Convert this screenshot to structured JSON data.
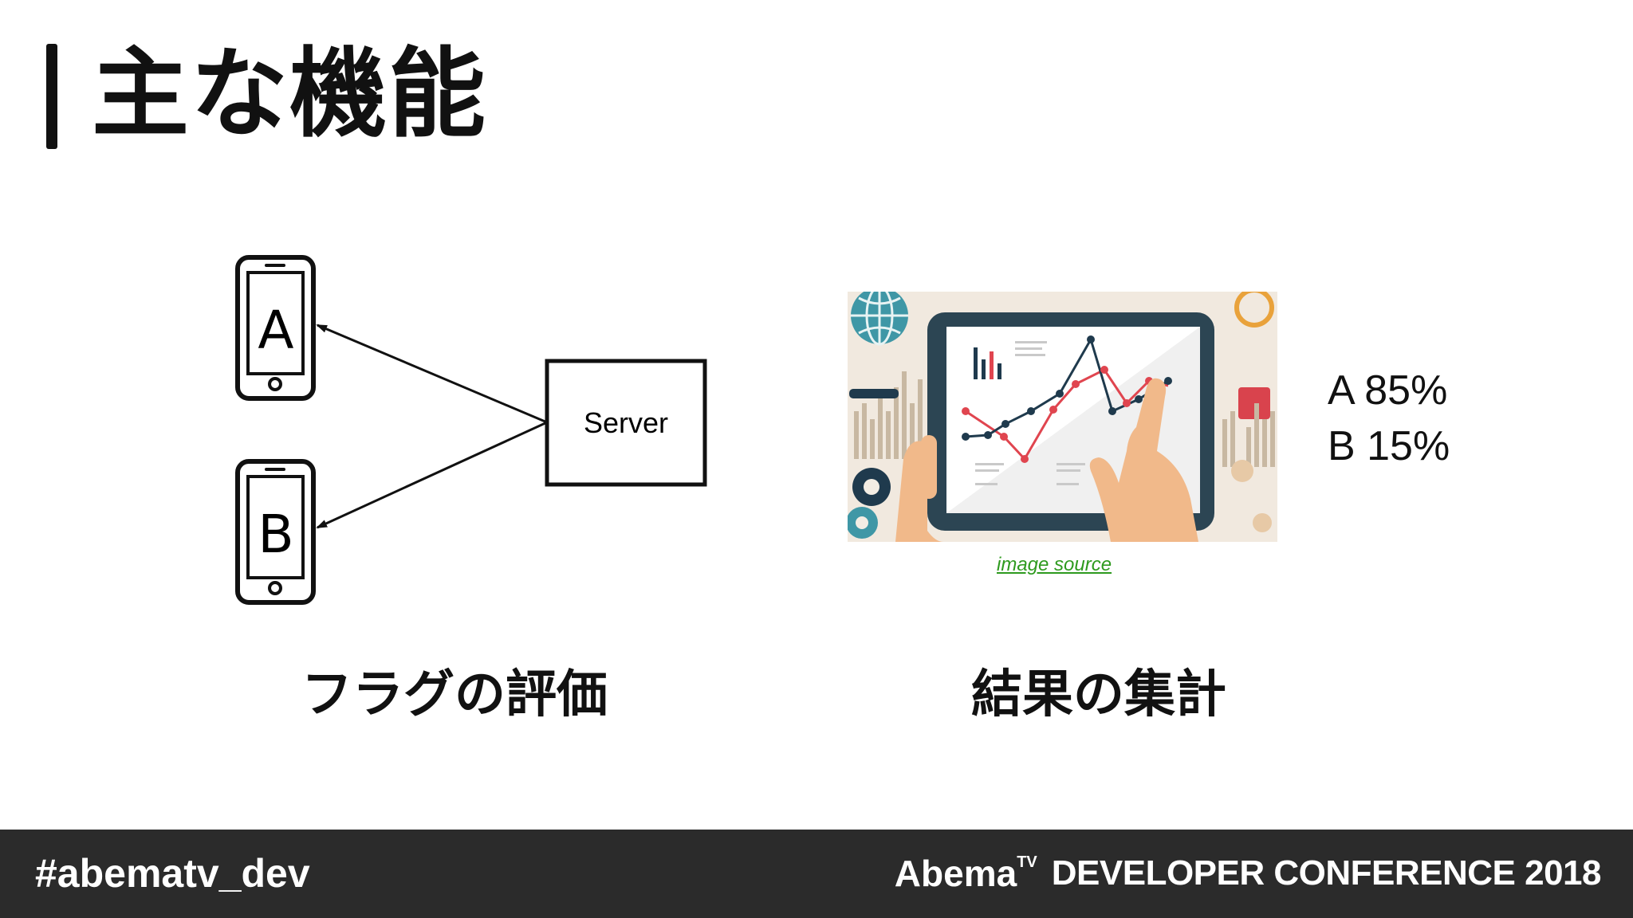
{
  "slide": {
    "title": "主な機能"
  },
  "diagram": {
    "phone_a": "A",
    "phone_b": "B",
    "server": "Server",
    "caption": "フラグの評価"
  },
  "aggregation": {
    "image_source_link": "image source",
    "result_a": "A 85%",
    "result_b": "B 15%",
    "caption": "結果の集計"
  },
  "footer": {
    "hashtag": "#abematv_dev",
    "logo": "Abema",
    "logo_tv": "TV",
    "conference": "DEVELOPER CONFERENCE 2018"
  },
  "colors": {
    "footer_bg": "#2b2b2b",
    "link_green": "#2e9a1e",
    "chart_red": "#e0454f",
    "chart_navy": "#1f3a4d",
    "tablet_frame": "#2c4553"
  }
}
